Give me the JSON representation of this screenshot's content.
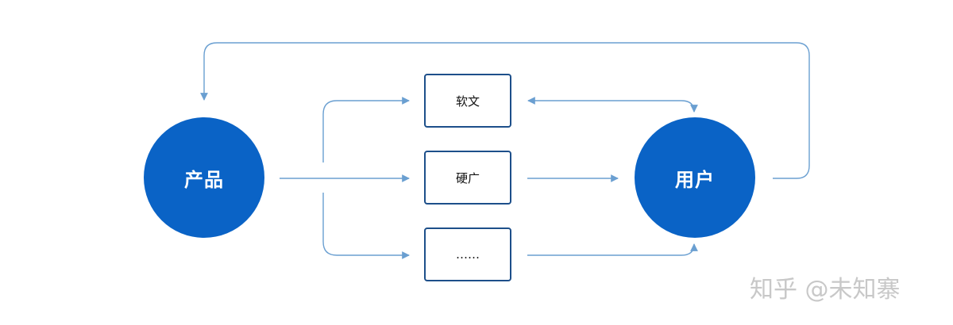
{
  "nodes": {
    "product": "产品",
    "user": "用户"
  },
  "channels": [
    {
      "label": "软文"
    },
    {
      "label": "硬广"
    },
    {
      "label": "……"
    }
  ],
  "watermark": "知乎 @未知寨",
  "colors": {
    "node_fill": "#0a63c6",
    "box_border": "#1d4f8a",
    "connector": "#6a9fd1",
    "node_text": "#ffffff",
    "watermark": "#c8c8c8"
  }
}
